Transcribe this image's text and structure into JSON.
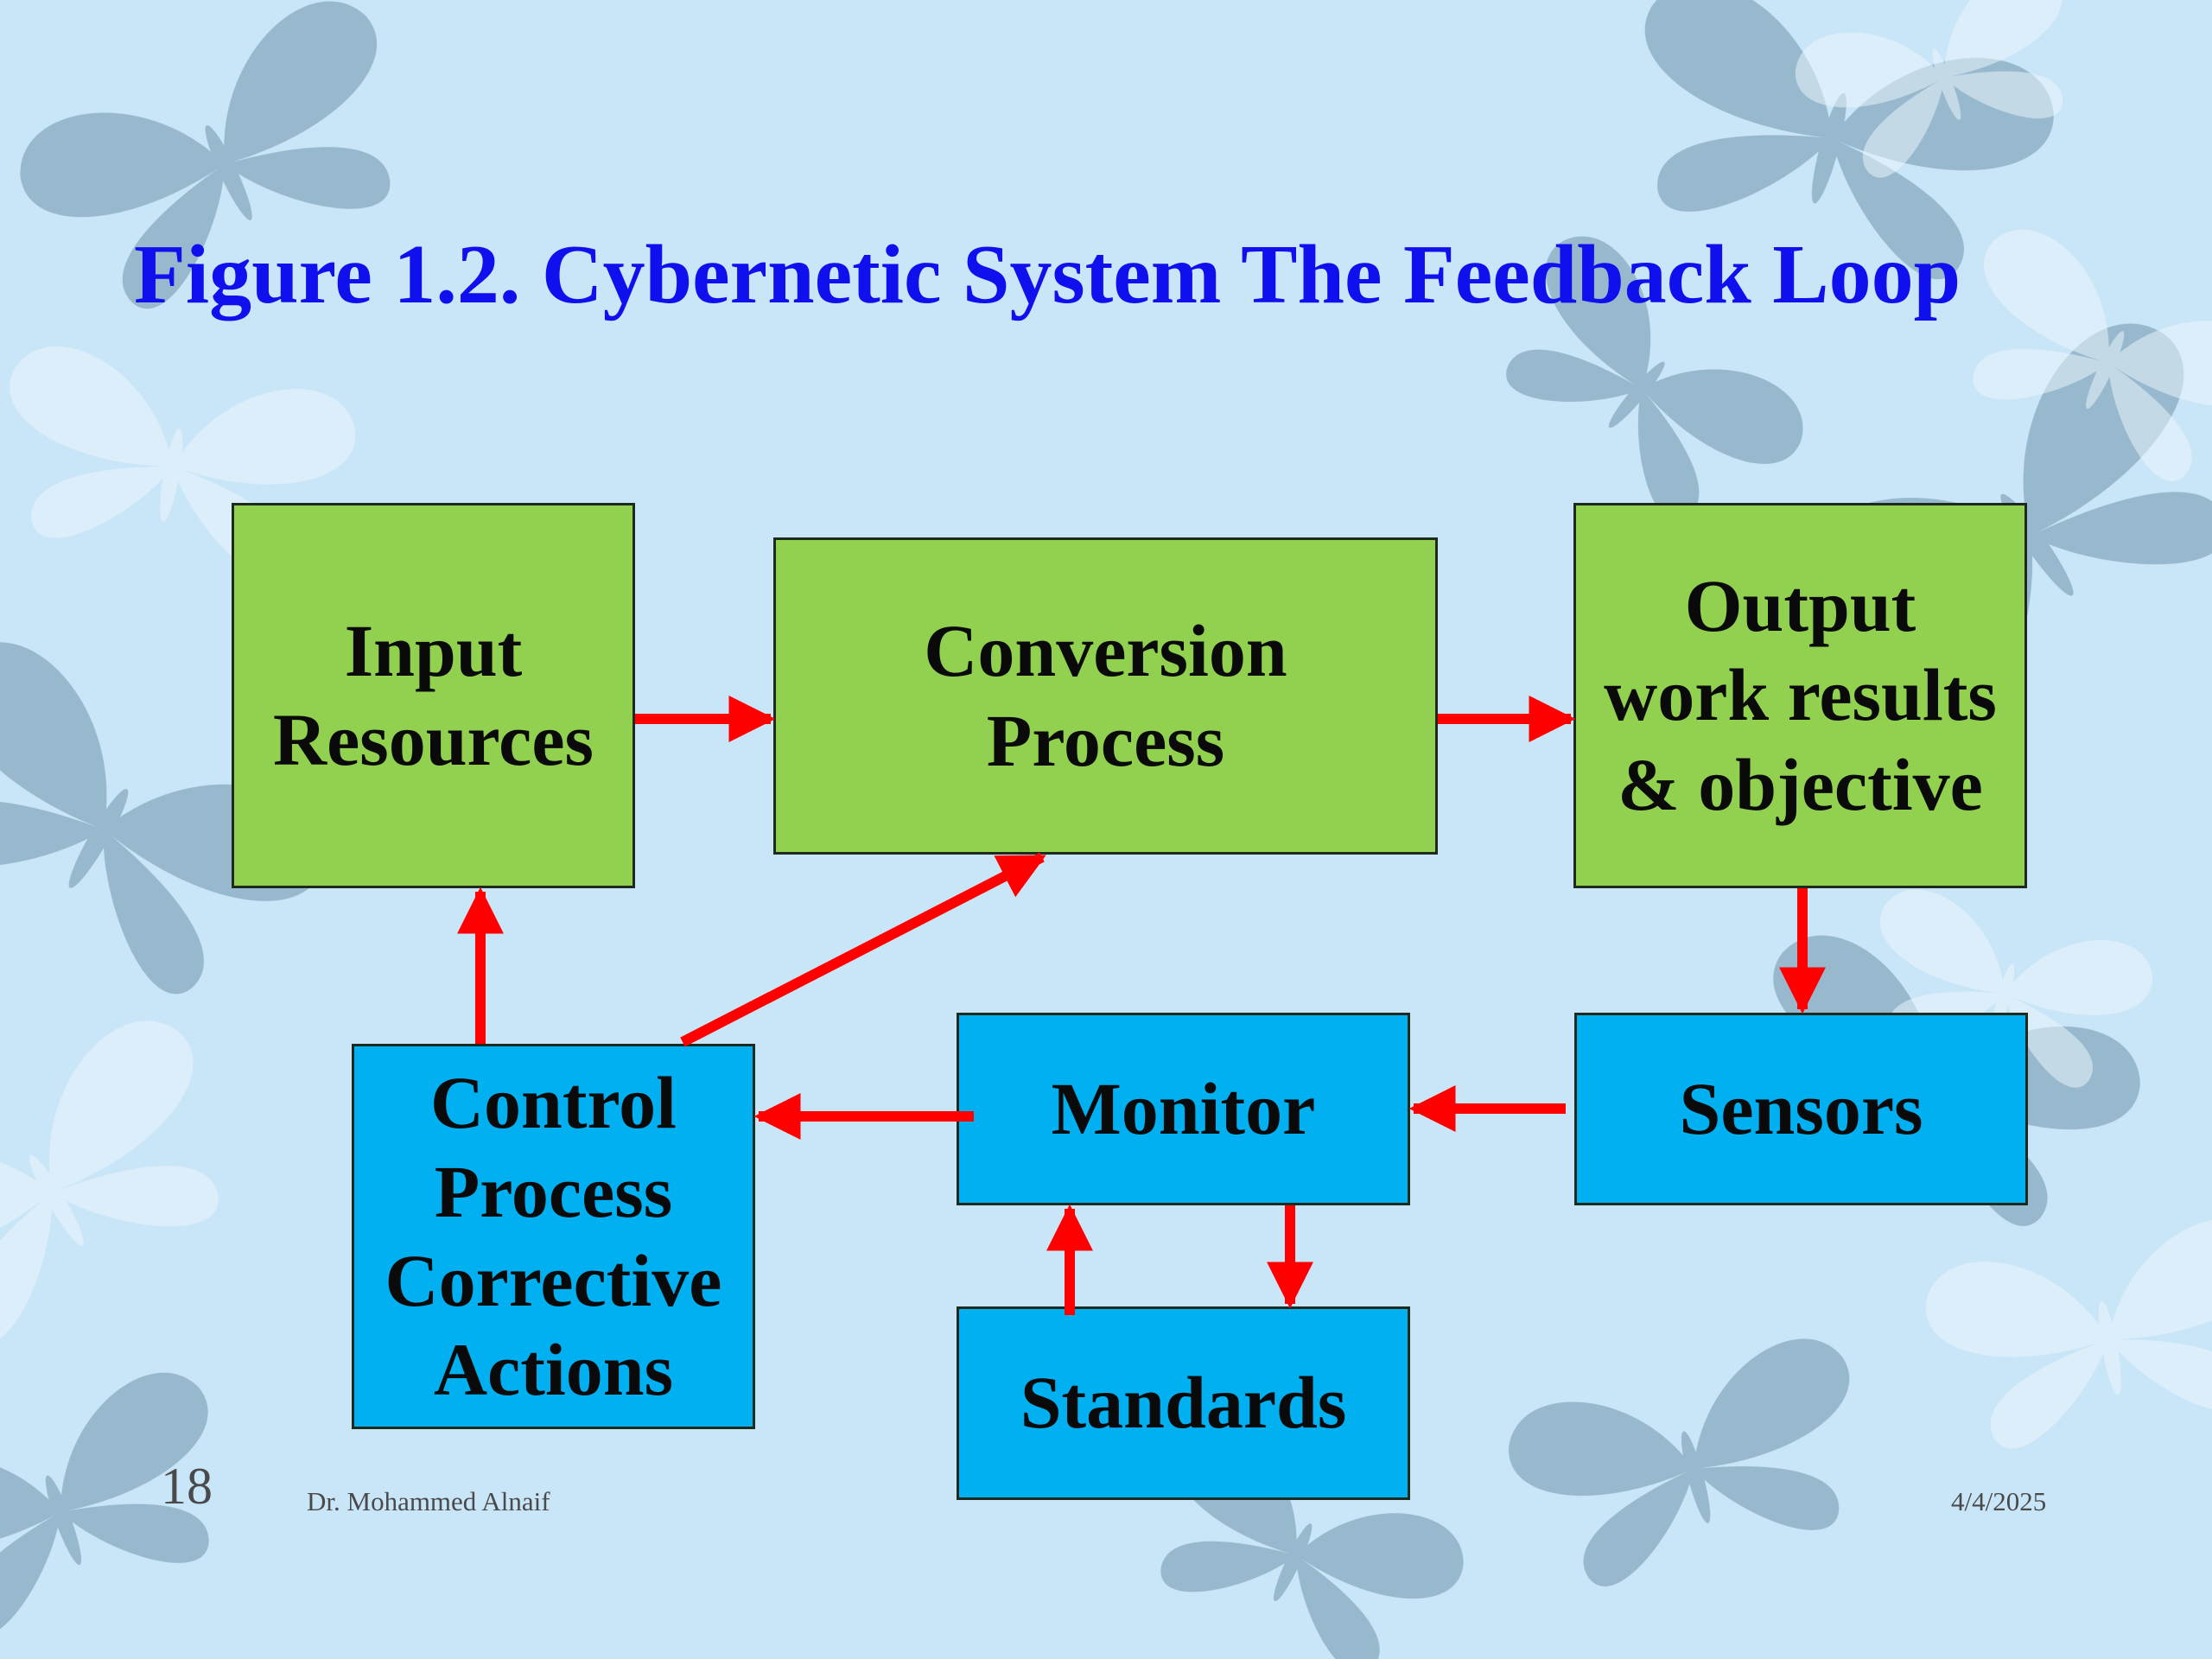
{
  "title": "Figure 1.2. Cybernetic System The Feedback Loop",
  "boxes": {
    "input": {
      "lines": [
        "Input",
        "Resources"
      ]
    },
    "conversion": {
      "lines": [
        "Conversion",
        "Process"
      ]
    },
    "output": {
      "lines": [
        "Output",
        "work results",
        "& objective"
      ]
    },
    "control": {
      "lines": [
        "Control",
        "Process",
        "Corrective",
        "Actions"
      ]
    },
    "monitor": {
      "lines": [
        "Monitor"
      ]
    },
    "sensors": {
      "lines": [
        "Sensors"
      ]
    },
    "standards": {
      "lines": [
        "Standards"
      ]
    }
  },
  "footer": {
    "page_number": "18",
    "author": "Dr. Mohammed Alnaif",
    "date": "4/4/2025"
  },
  "colors": {
    "title": "#1010ee",
    "process_box": "#92d050",
    "control_box": "#00b0f0",
    "arrow": "#ff0000",
    "background": "#c9e6f8"
  }
}
